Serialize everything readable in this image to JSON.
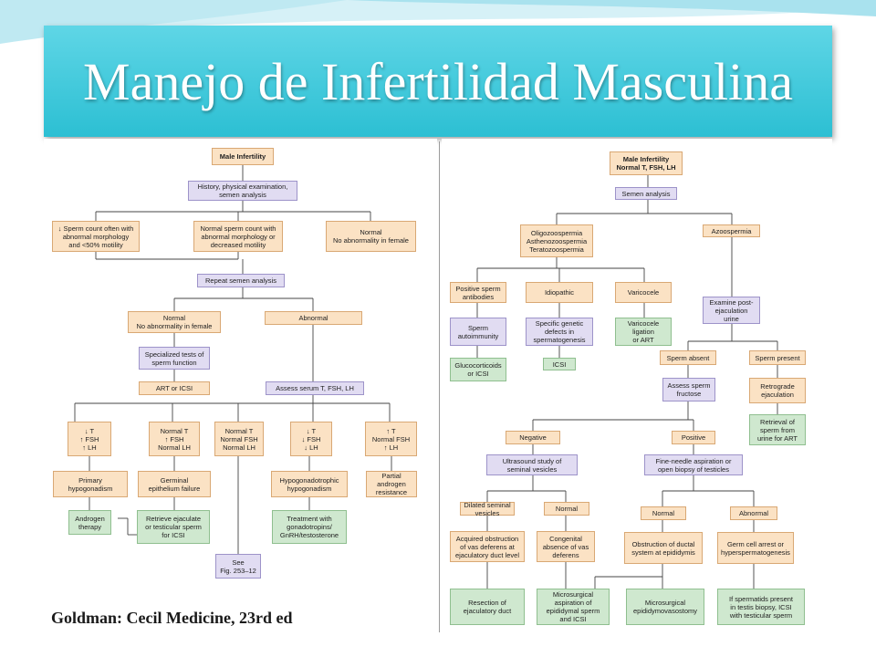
{
  "slide": {
    "title": "Manejo de Infertilidad Masculina",
    "citation": "Goldman: Cecil Medicine, 23rd ed"
  },
  "left_chart": {
    "nodes": {
      "male_infertility": "Male Infertility",
      "history": "History, physical examination,\nsemen analysis",
      "low_count": "↓ Sperm count often with\nabnormal morphology\nand <50% motility",
      "normal_count": "Normal sperm count with\nabnormal morphology or\ndecreased motility",
      "normal_female": "Normal\nNo abnormality in female",
      "repeat": "Repeat semen analysis",
      "normal_no_abn": "Normal\nNo abnormality in female",
      "abnormal": "Abnormal",
      "specialized": "Specialized tests of\nsperm function",
      "art_icsi": "ART or ICSI",
      "assess": "Assess serum T, FSH, LH",
      "h1": "↓ T\n↑ FSH\n↑ LH",
      "h2": "Normal T\n↑ FSH\nNormal LH",
      "h3": "Normal T\nNormal FSH\nNormal LH",
      "h4": "↓ T\n↓ FSH\n↓ LH",
      "h5": "↑ T\nNormal FSH\n↑ LH",
      "primary_hypo": "Primary\nhypogonadism",
      "germinal": "Germinal\nepithelium failure",
      "hypogonadotrophic": "Hypogonadotrophic\nhypogonadism",
      "partial_androgen": "Partial androgen\nresistance",
      "androgen_therapy": "Androgen\ntherapy",
      "retrieve": "Retrieve ejaculate\nor testicular sperm\nfor ICSI",
      "treatment": "Treatment with\ngonadotropins/\nGnRH/testosterone",
      "see_fig": "See\nFig. 253–12"
    }
  },
  "right_chart": {
    "nodes": {
      "male_infertility": "Male Infertility\nNormal T, FSH, LH",
      "semen": "Semen analysis",
      "oligo": "Oligozoospermia\nAsthenozoospermia\nTeratozoospermia",
      "azoo": "Azoospermia",
      "positive_ab": "Positive sperm\nantibodies",
      "idiopathic": "Idiopathic",
      "varicocele": "Varicocele",
      "sperm_auto": "Sperm\nautoimmunity",
      "specific_genetic": "Specific genetic\ndefects in\nspermatogenesis",
      "varicocele_lig": "Varicocele\nligation\nor ART",
      "examine_post": "Examine post-\nejaculation\nurine",
      "glucocorticoids": "Glucocorticoids\nor ICSI",
      "icsi": "ICSI",
      "sperm_absent": "Sperm absent",
      "sperm_present": "Sperm present",
      "assess_fructose": "Assess sperm\nfructose",
      "retrograde": "Retrograde\nejaculation",
      "retrieval_art": "Retrieval of\nsperm from\nurine for ART",
      "negative": "Negative",
      "positive": "Positive",
      "ultrasound": "Ultrasound study of\nseminal vesicles",
      "fine_needle": "Fine-needle aspiration or\nopen biopsy of testicles",
      "dilated": "Dilated seminal\nvesicles",
      "normal_us": "Normal",
      "normal_bx": "Normal",
      "abnormal_bx": "Abnormal",
      "acquired": "Acquired obstruction\nof vas deferens at\nejaculatory duct level",
      "congenital": "Congenital\nabsence of vas\ndeferens",
      "obstruction": "Obstruction of ductal\nsystem at epididymis",
      "germ_cell": "Germ cell arrest or\nhyperspermatogenesis",
      "resection": "Resection of\nejaculatory duct",
      "microsurgical_asp": "Microsurgical\naspiration of\nepididymal sperm\nand ICSI",
      "microsurgical_epi": "Microsurgical\nepididymovasostomy",
      "spermatids": "If spermatids present\nin testis biopsy, ICSI\nwith testicular sperm"
    }
  }
}
